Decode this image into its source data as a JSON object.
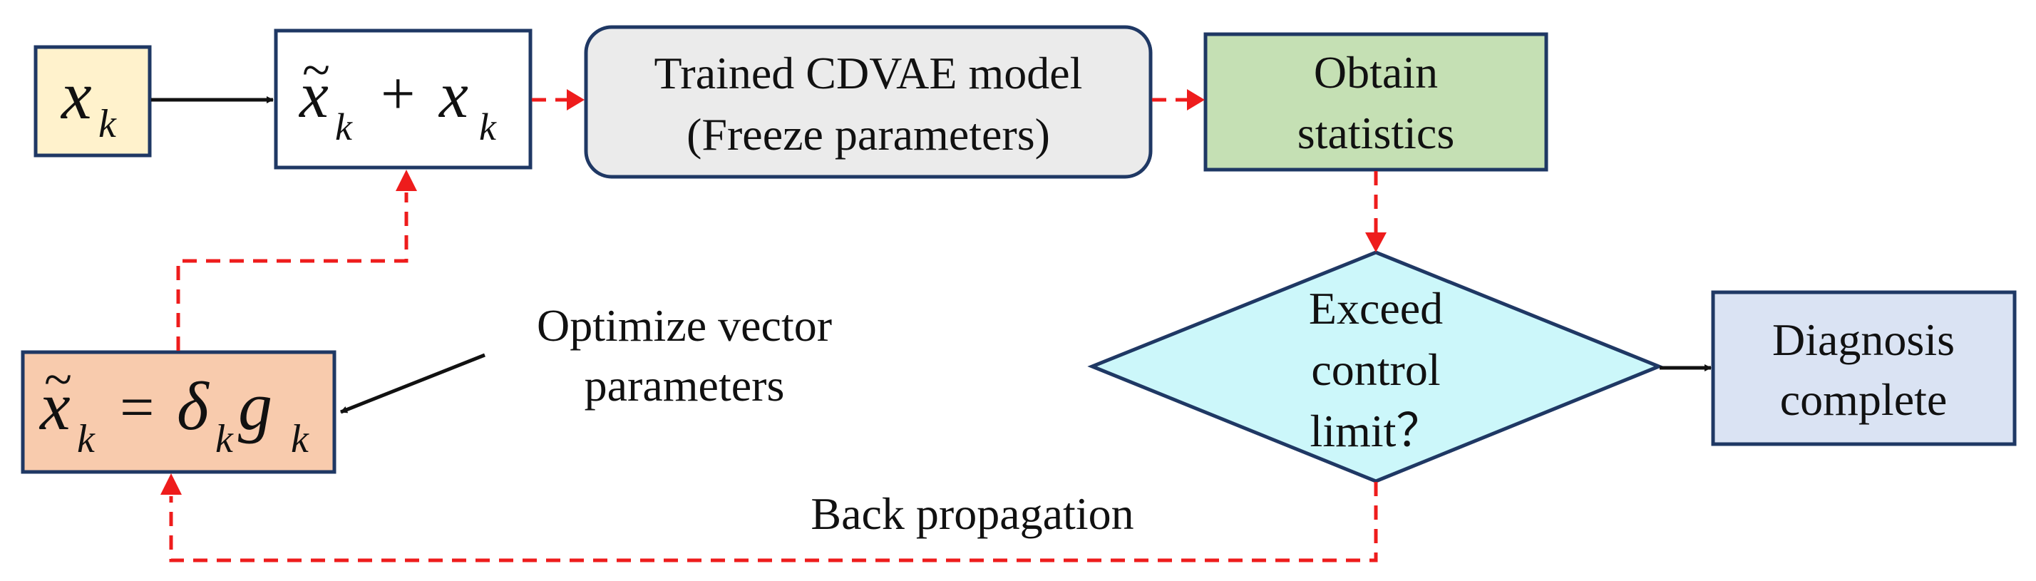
{
  "nodes": {
    "input": {
      "var": "x",
      "sub": "k"
    },
    "sum": {
      "var1": "x",
      "tilde": "~",
      "sub1": "k",
      "op": "+",
      "var2": "x",
      "sub2": "k"
    },
    "model": {
      "line1": "Trained CDVAE model",
      "line2": "(Freeze parameters)"
    },
    "stats": {
      "line1": "Obtain",
      "line2": "statistics"
    },
    "decision": {
      "line1": "Exceed",
      "line2": "control",
      "line3": "limit？"
    },
    "diagnosis": {
      "line1": "Diagnosis",
      "line2": "complete"
    },
    "perturb": {
      "var1": "x",
      "tilde": "~",
      "sub1": "k",
      "eq": "=",
      "delta": "δ",
      "sub2": "k",
      "g": "g",
      "sub3": "k"
    }
  },
  "annotations": {
    "optimize": {
      "line1": "Optimize vector",
      "line2": "parameters"
    },
    "backprop": "Back propagation"
  },
  "colors": {
    "box_border": "#1f3864",
    "input_fill": "#fff2cc",
    "sum_fill": "#ffffff",
    "model_fill": "#ebebeb",
    "stats_fill": "#c5e0b4",
    "decision_fill": "#ccf7fa",
    "diagnosis_fill": "#dae3f3",
    "perturb_fill": "#f8cbad",
    "solid_arrow": "#111111",
    "dashed_arrow": "#ee1c1c",
    "annotation_red": "#ee1c1c"
  }
}
